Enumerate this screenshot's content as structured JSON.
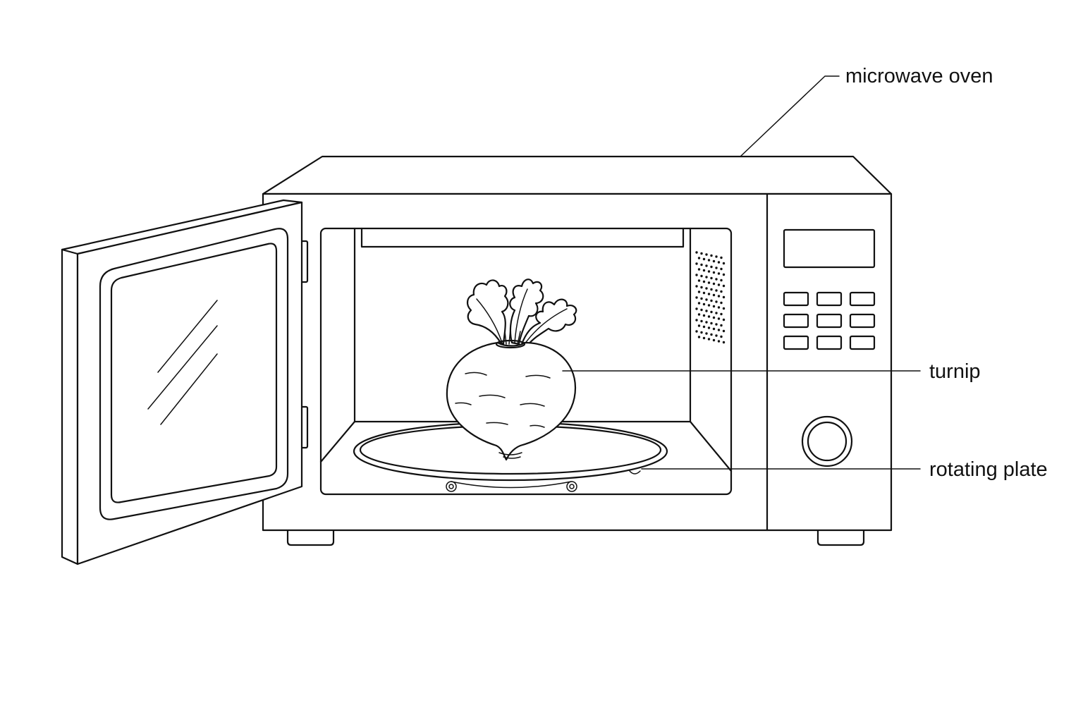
{
  "labels": {
    "microwave_oven": "microwave oven",
    "turnip": "turnip",
    "rotating_plate": "rotating plate"
  },
  "colors": {
    "stroke": "#111111",
    "background": "#ffffff"
  }
}
